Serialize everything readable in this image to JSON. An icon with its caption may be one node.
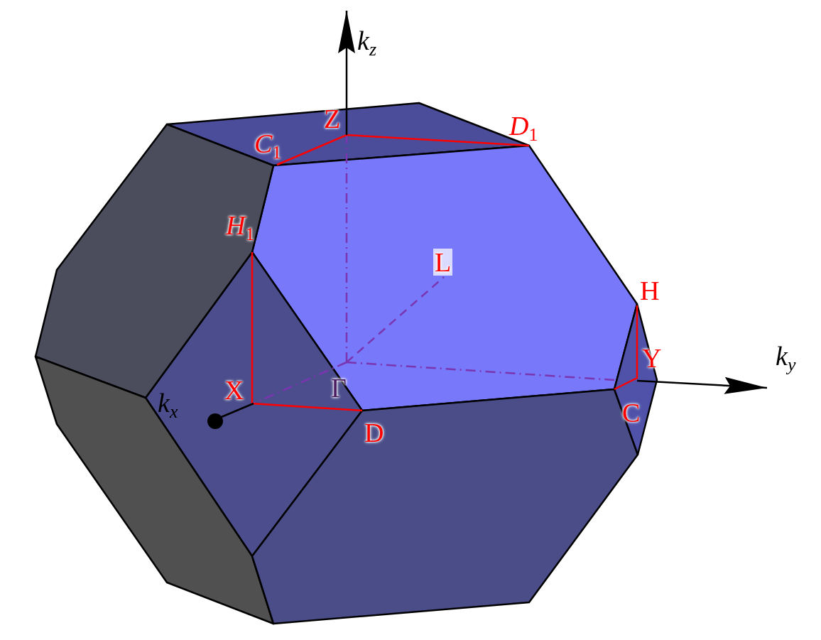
{
  "diagram": {
    "labels": [
      "k$_{z}$",
      "Z",
      "*D*$_{1}$",
      "*C*$_{1}$",
      "*H*$_{1}$",
      "L",
      "H",
      "k$_{y}$",
      "Y",
      "X",
      "Γ",
      "k$_{x}$",
      "C",
      "D"
    ]
  }
}
